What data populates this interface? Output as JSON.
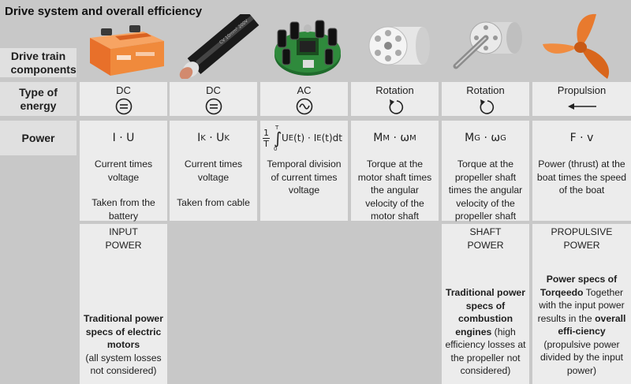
{
  "title": "Drive system and overall efficiency",
  "rows": {
    "components": "Drive train components",
    "energy": "Type of energy",
    "power": "Power"
  },
  "columns": [
    {
      "image": "battery-icon",
      "energy_label": "DC",
      "energy_symbol": "dc-icon",
      "formula": {
        "a": "I",
        "op": "·",
        "b": "U"
      },
      "desc": [
        "Current times voltage",
        "Taken from the battery"
      ],
      "power_label": [
        "INPUT",
        "POWER"
      ],
      "power_bold": "Traditional power specs of electric motors",
      "power_note": "(all system losses not considered)"
    },
    {
      "image": "cable-icon",
      "cable_print": "CV 10mm² 200V",
      "energy_label": "DC",
      "energy_symbol": "dc-icon",
      "formula": {
        "a": "I",
        "a_sub": "K",
        "op": "·",
        "b": "U",
        "b_sub": "K"
      },
      "desc": [
        "Current times voltage",
        "Taken from cable"
      ]
    },
    {
      "image": "controller-board-icon",
      "energy_label": "AC",
      "energy_symbol": "ac-icon",
      "formula": {
        "frac_num": "1",
        "frac_den": "T",
        "upper": "T",
        "lower": "0",
        "body": "U",
        "body_sub": "E",
        "t1": "(t)",
        "op": "·",
        "body2": "I",
        "body2_sub": "E",
        "t2": "(t)dt"
      },
      "desc": [
        "Temporal division of current times voltage"
      ]
    },
    {
      "image": "motor-icon",
      "energy_label": "Rotation",
      "energy_symbol": "rotation-icon",
      "formula": {
        "a": "M",
        "a_sub": "M",
        "op": "·",
        "b": "ω",
        "b_sub": "M"
      },
      "desc": [
        "Torque at the motor shaft times the angular velocity of the motor shaft"
      ]
    },
    {
      "image": "gearbox-shaft-icon",
      "energy_label": "Rotation",
      "energy_symbol": "rotation-icon",
      "formula": {
        "a": "M",
        "a_sub": "G",
        "op": "·",
        "b": "ω",
        "b_sub": "G"
      },
      "desc": [
        "Torque at the propeller shaft times the angular velocity of the propeller shaft"
      ],
      "power_label": [
        "SHAFT",
        "POWER"
      ],
      "power_bold": "Traditional power specs of combustion engines",
      "power_note": "(high efficiency losses at the propeller not considered)"
    },
    {
      "image": "propeller-icon",
      "energy_label": "Propulsion",
      "energy_symbol": "arrow-left-icon",
      "formula": {
        "a": "F",
        "op": "·",
        "b": "v"
      },
      "desc": [
        "Power (thrust) at the boat times the speed of the boat"
      ],
      "power_label": [
        "PROPULSIVE",
        "POWER"
      ],
      "power_bold": "Power specs of Torqeedo",
      "power_text1": "Together with the input power results in the",
      "power_bold2": "overall effi-ciency",
      "power_note": "(propulsive power divided by the input power)"
    }
  ]
}
